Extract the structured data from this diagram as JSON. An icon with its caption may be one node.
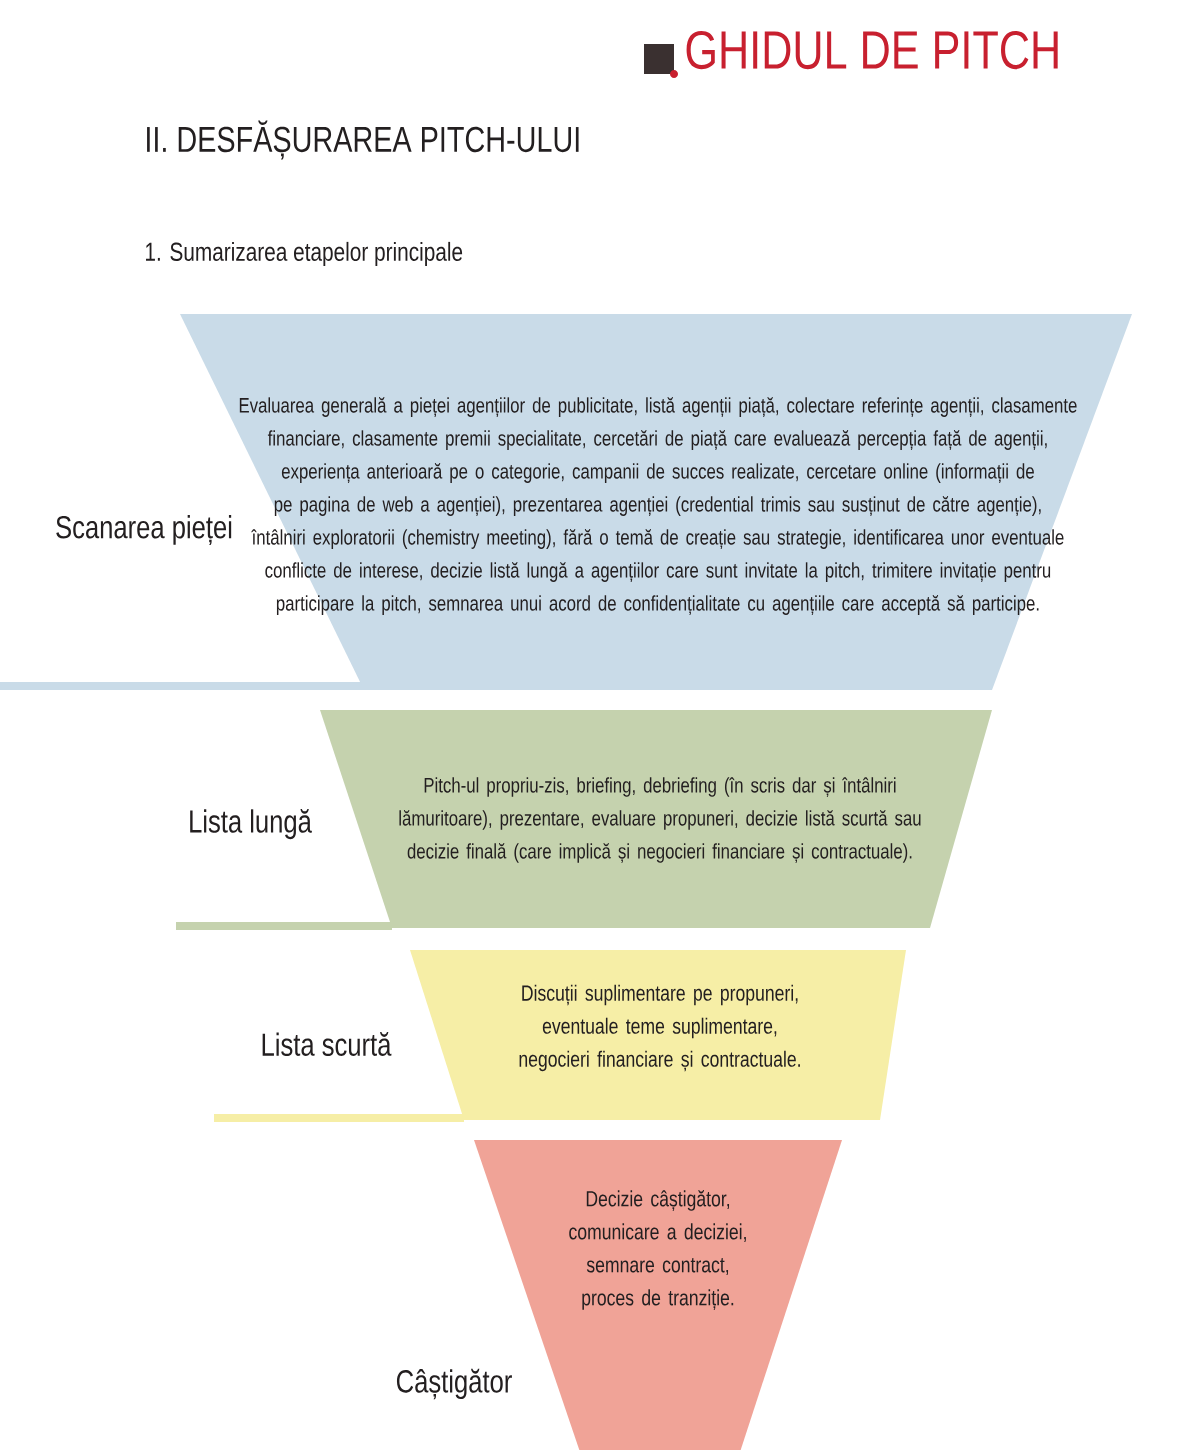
{
  "diagram": {
    "title": "II. DESFĂȘURAREA PITCH-ULUI",
    "nodes": [
      {
        "text": [
          "Evaluarea generală a pieței agențiilor de publicitate, listă agenții piață, colectare referințe agenții, clasamente financiare, clasamente premii specialitate, cercetări de piață care evaluează percepția față de agenții, experiența anterioară pe o categorie, campanii de succes realizate, cercetare online (informații de pe pagina de web a agenției), prezentarea agenției (credential trimis sau susținut de către agenție), întâlniri exploratorii (chemistry meeting), fără o temă de creație sau strategie, identificarea unor eventuale conflicte de interese, decizie listă lungă a agențiilor care sunt invitate la pitch, trimitere invitație pentru participare la pitch, semnarea unui acord de confidențialitate cu agențiile care acceptă să participe."
        ],
        "beside": [
          "Scanarea pieței"
        ]
      },
      {
        "text": [
          "Pitch-ul propriu-zis, briefing, debriefing (în scris dar și întâlniri lămuritoare), prezentare, evaluare propuneri, decizie listă scurtă sau decizie finală (care implică și negocieri financiare și contractuale)."
        ],
        "beside": [
          "Lista lungă"
        ]
      },
      {
        "text": [
          "Discuții suplimentare pe propuneri, eventuale teme suplimentare, negocieri financiare și contractuale."
        ],
        "beside": [
          "Lista scurtă"
        ]
      },
      {
        "text": [
          "Decizie câștigător, comunicare a deciziei, semnare contract, proces de tranziție."
        ],
        "beside": [
          "Câștigător"
        ]
      }
    ],
    "labels": [
      "GHIDUL DE PITCH",
      "1. Sumarizarea etapelor principale"
    ]
  }
}
